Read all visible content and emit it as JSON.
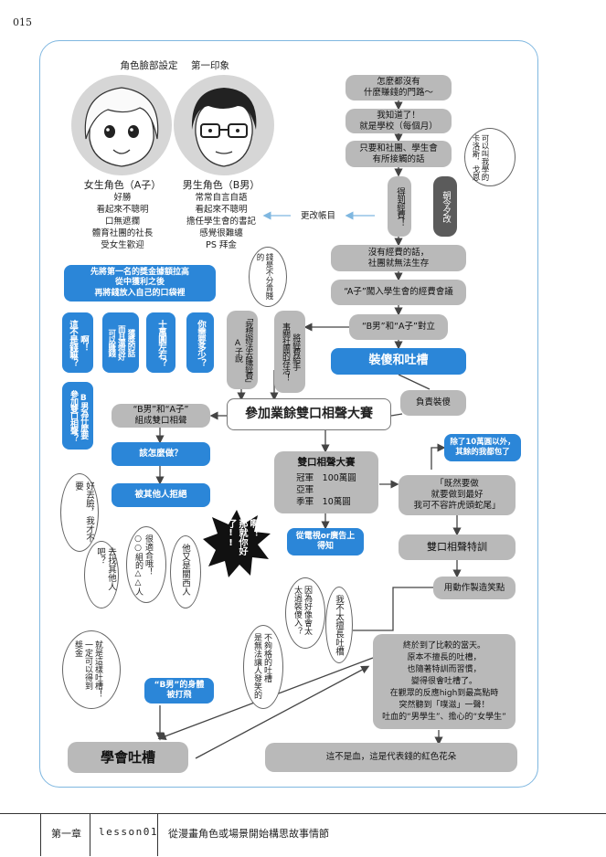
{
  "page_number": "015",
  "heading": {
    "left": "角色臉部設定",
    "right": "第一印象"
  },
  "girl": {
    "name": "女生角色（A子）",
    "traits": "好勝\n看起來不聰明\n口無遮攔\n體育社團的社長\n受女生歡迎"
  },
  "boy": {
    "name": "男生角色（B男）",
    "traits": "常常自言自語\n看起來不聰明\n擔任學生會的書記\n感覺很難纏\nPS 拜金"
  },
  "flow": {
    "n1": "怎麼都沒有\n什麼賺錢的門路～",
    "n2": "我知道了！\n就是學校（每個月）",
    "n3": "只要和社團、學生會\n有所接觸的話",
    "n4": "得到經費！",
    "n4b": "朝令夕改",
    "change": "更改帳目",
    "student_bubble": "可以叫我學的\n卡洛斯．戈恩",
    "n5": "沒有經費的話，\n社團就無法生存",
    "n6": "“A子”闖入學生會的經費會議",
    "n7": "“B男”和“A子”對立",
    "n8": "裝傻和吐槽",
    "n9": "負責裝傻",
    "n10": "將經費給手\n事關社團的存活！",
    "money_bubble": "錢是不分貴賤的",
    "n11": "「我想辦法去賺經費」A子說",
    "q1": "你需要多少？",
    "q2": "十萬圓左右？",
    "q3": "獲獎的話\n而且還很好\n可以賺錢",
    "q4": "啊！\n這不是錢嘛？",
    "b_top": "先將第一名的獎金據額拉高\n從中獲利之後\n再將錢放入自己的口袋裡",
    "b_left": "B男為什麼要\n參加雙口相聲？",
    "contest": "參加業餘雙口相聲大賽",
    "combo": "“B男”和“A子”\n組成雙口相聲",
    "what": "該怎麼做？",
    "refused": "被其他人拒絕",
    "prize_title": "雙口相聲大賽",
    "prize_list": "冠軍　100萬圓\n亞軍\n季軍　10萬圓",
    "tv": "從電視or廣告上\n得知",
    "rest": "除了10萬圓以外，\n其餘的我都包了",
    "resolve": "「既然要做\n就要做到最好\n我可不容許虎頭蛇尾」",
    "training": "雙口相聲特訓",
    "action": "用動作製造笑點",
    "burst": "啊！\n那就你好了!!",
    "s1": "好丟臉，我才不要",
    "s2": "去找其他人吧？",
    "s3": "很適合哦！\n○○組的△△人",
    "s4": "他又是關西人",
    "s5": "因為好像會太\n太過裝傻入？",
    "s6": "我不太擅長吐槽",
    "s7": "不夠格的吐槽\n是無法讓人發笑的",
    "s8": "就是這樣吐槽！\n一定可以得到\n獎金",
    "climax": "終於到了比較的當天。\n原本不擅長的吐槽，\n也隨著特訓而習慣，\n變得很會吐槽了。\n在觀眾的反應high到最高點時\n突然聽到「噗滋」一聲！\n吐血的“男學生”、擔心的“女學生”",
    "blown": "“B男”的身體\n被打飛",
    "learn": "學會吐槽",
    "blood": "這不是血，這是代表錢的紅色花朵"
  },
  "footer": {
    "chapter": "第一章",
    "lesson": "lesson01",
    "title": "從漫畫角色或場景開始構思故事情節"
  },
  "colors": {
    "blue": "#2b86d8",
    "gray": "#b9b9b9",
    "frame": "#7fb7e0"
  }
}
